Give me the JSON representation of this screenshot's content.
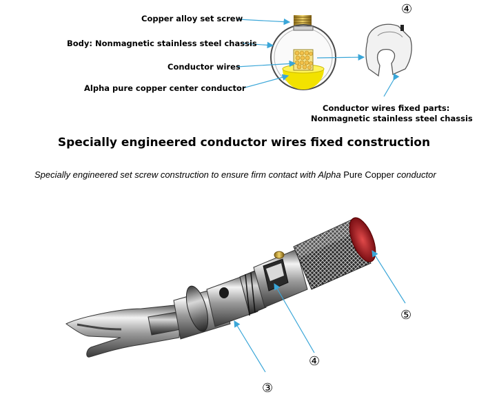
{
  "labels": {
    "set_screw": "Copper alloy set screw",
    "body": "Body: Nonmagnetic stainless steel chassis",
    "wires": "Conductor wires",
    "center": "Alpha pure copper  center conductor",
    "fixed_parts_1": "Conductor wires fixed parts:",
    "fixed_parts_2": "Nonmagnetic stainless steel chassis"
  },
  "markers": {
    "m4_top": "④",
    "m4_bottom": "④",
    "m3": "③",
    "m5": "⑤"
  },
  "heading": "Specially engineered conductor wires fixed construction",
  "subline": {
    "part1": "Specially engineered set screw construction to ensure firm contact with ",
    "part2": "Alpha",
    "part3": " Pure Copper ",
    "part4": "conductor"
  },
  "colors": {
    "leader": "#3aa6d8",
    "accent_red": "#c0202a",
    "core_yellow": "#f2e200"
  }
}
